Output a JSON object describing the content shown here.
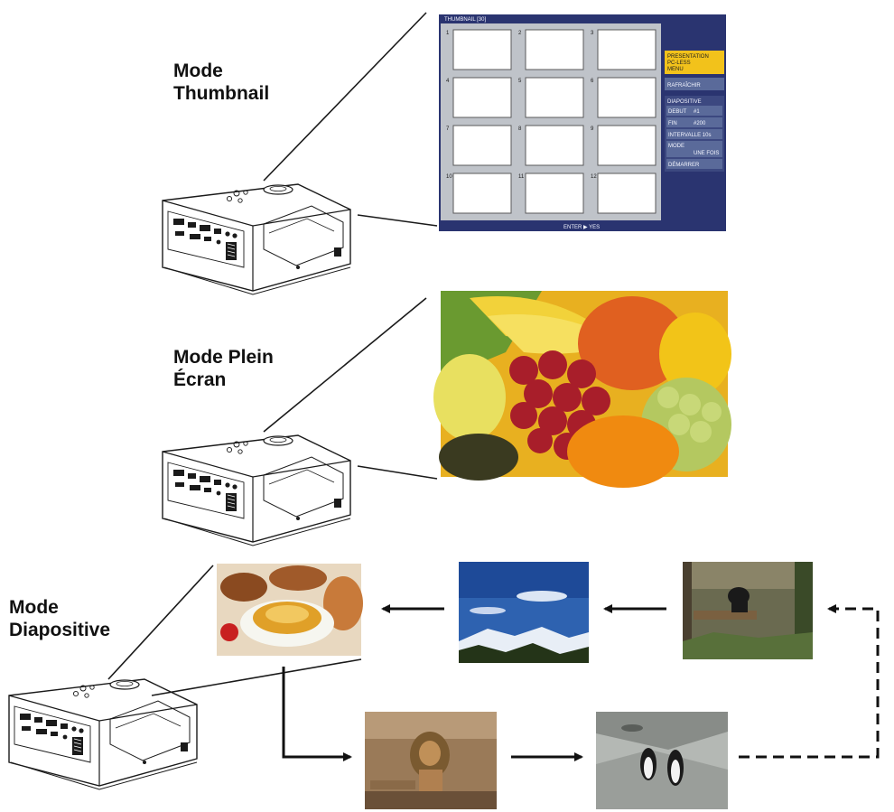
{
  "labels": {
    "thumbnail": "Mode\nThumbnail",
    "full_screen": "Mode Plein\nÉcran",
    "slideshow": "Mode\nDiapositive"
  },
  "thumbnail_screen": {
    "title": "THUMBNAIL [30]",
    "cell_numbers": [
      "1",
      "2",
      "3",
      "4",
      "5",
      "6",
      "7",
      "8",
      "9",
      "10",
      "11",
      "12"
    ],
    "menu": {
      "presentation": [
        "PRESENTATION",
        "PC-LESS",
        "MENU"
      ],
      "refresh": "RAFRAÎCHIR",
      "slideshow_header": "DIAPOSITIVE",
      "start": "DEBUT",
      "start_value": "#1",
      "end": "FIN",
      "end_value": "#200",
      "interval": "INTERVALLE 10s",
      "mode": "MODE",
      "mode_value": "UNE FOIS",
      "launch": "DÉMARRER"
    },
    "footer": "ENTER ▶ YES"
  },
  "colors": {
    "screen_bg": "#2a3470",
    "screen_panel": "#bfc3c9",
    "menu_highlight": "#f2c21b",
    "menu_item": "#5a6a9a",
    "arrow": "#111111"
  },
  "slideshow_photos": [
    "food",
    "sky-landscape",
    "animal-enclosure",
    "lion",
    "penguins"
  ]
}
